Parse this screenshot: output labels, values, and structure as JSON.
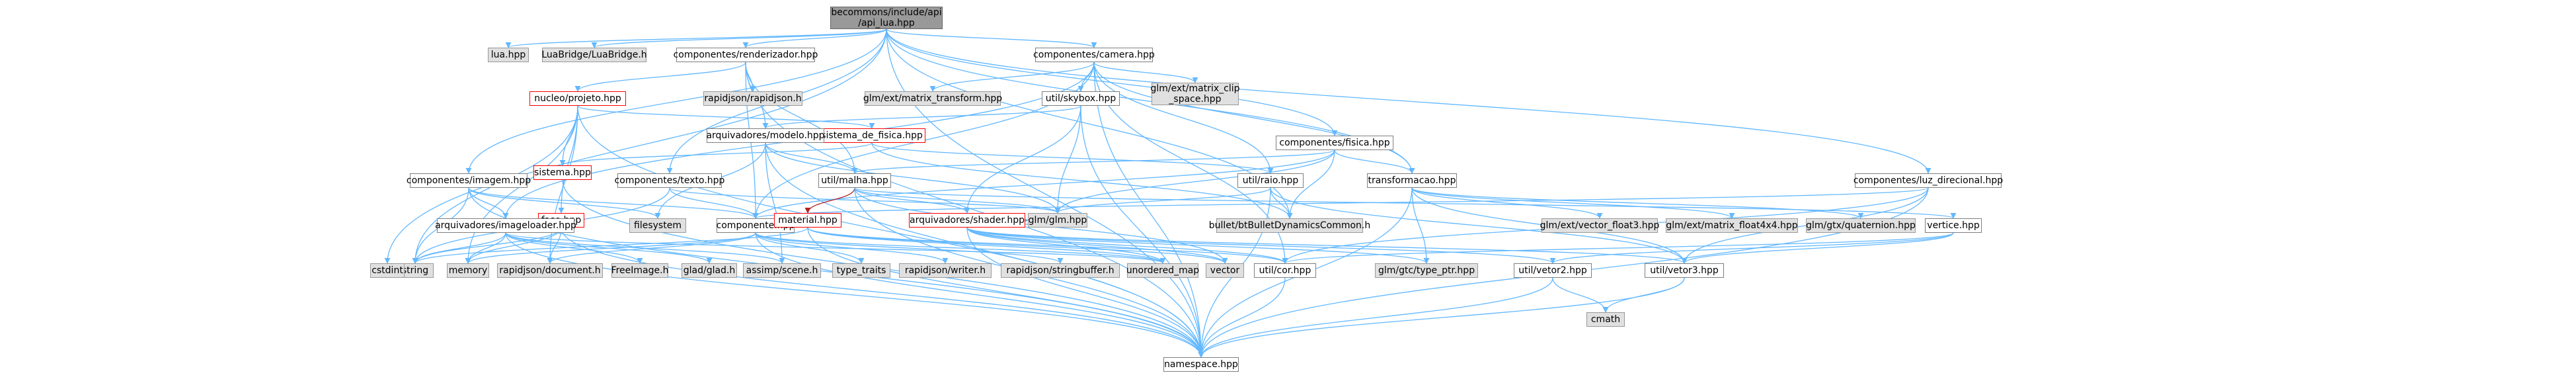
{
  "graph": {
    "nodes": {
      "root": {
        "label": "becommons/include/api\n/api_lua.hpp",
        "style": "root"
      },
      "lua": {
        "label": "lua.hpp",
        "style": "lib"
      },
      "luabridge": {
        "label": "LuaBridge/LuaBridge.h",
        "style": "lib"
      },
      "renderizador": {
        "label": "componentes/renderizador.hpp",
        "style": "normal"
      },
      "camera": {
        "label": "componentes/camera.hpp",
        "style": "normal"
      },
      "projeto": {
        "label": "nucleo/projeto.hpp",
        "style": "red"
      },
      "rapidjson": {
        "label": "rapidjson/rapidjson.h",
        "style": "lib"
      },
      "matrix_transform": {
        "label": "glm/ext/matrix_transform.hpp",
        "style": "lib"
      },
      "matrix_clip": {
        "label": "glm/ext/matrix_clip\n_space.hpp",
        "style": "lib"
      },
      "skybox": {
        "label": "util/skybox.hpp",
        "style": "normal"
      },
      "sistema_fisica": {
        "label": "sistema_de_fisica.hpp",
        "style": "red"
      },
      "modelo": {
        "label": "arquivadores/modelo.hpp",
        "style": "normal"
      },
      "fisica": {
        "label": "componentes/fisica.hpp",
        "style": "normal"
      },
      "sistema": {
        "label": "sistema.hpp",
        "style": "red"
      },
      "imagem": {
        "label": "componentes/imagem.hpp",
        "style": "normal"
      },
      "texto": {
        "label": "componentes/texto.hpp",
        "style": "normal"
      },
      "malha": {
        "label": "util/malha.hpp",
        "style": "normal"
      },
      "raio": {
        "label": "util/raio.hpp",
        "style": "normal"
      },
      "transformacao": {
        "label": "transformacao.hpp",
        "style": "normal"
      },
      "luz": {
        "label": "componentes/luz_direcional.hpp",
        "style": "normal"
      },
      "fase": {
        "label": "fase.hpp",
        "style": "red"
      },
      "filesystem": {
        "label": "filesystem",
        "style": "lib"
      },
      "imageloader": {
        "label": "arquivadores/imageloader.hpp",
        "style": "normal"
      },
      "componente": {
        "label": "componente.hpp",
        "style": "normal"
      },
      "material": {
        "label": "material.hpp",
        "style": "red"
      },
      "shader": {
        "label": "arquivadores/shader.hpp",
        "style": "red"
      },
      "glm": {
        "label": "glm/glm.hpp",
        "style": "lib"
      },
      "bullet": {
        "label": "bullet/btBulletDynamicsCommon.h",
        "style": "lib"
      },
      "vector_float3": {
        "label": "glm/ext/vector_float3.hpp",
        "style": "lib"
      },
      "matrix_float4x4": {
        "label": "glm/ext/matrix_float4x4.hpp",
        "style": "lib"
      },
      "quaternion": {
        "label": "glm/gtx/quaternion.hpp",
        "style": "lib"
      },
      "vertice": {
        "label": "vertice.hpp",
        "style": "normal"
      },
      "string": {
        "label": "string",
        "style": "lib"
      },
      "memory": {
        "label": "memory",
        "style": "lib"
      },
      "document": {
        "label": "rapidjson/document.h",
        "style": "lib"
      },
      "freeimage": {
        "label": "FreeImage.h",
        "style": "lib"
      },
      "glad": {
        "label": "glad/glad.h",
        "style": "lib"
      },
      "assimp": {
        "label": "assimp/scene.h",
        "style": "lib"
      },
      "type_traits": {
        "label": "type_traits",
        "style": "lib"
      },
      "writer": {
        "label": "rapidjson/writer.h",
        "style": "lib"
      },
      "stringbuffer": {
        "label": "rapidjson/stringbuffer.h",
        "style": "lib"
      },
      "unordered_map": {
        "label": "unordered_map",
        "style": "lib"
      },
      "vector": {
        "label": "vector",
        "style": "lib"
      },
      "cor": {
        "label": "util/cor.hpp",
        "style": "normal"
      },
      "type_ptr": {
        "label": "glm/gtc/type_ptr.hpp",
        "style": "lib"
      },
      "vetor2": {
        "label": "util/vetor2.hpp",
        "style": "normal"
      },
      "vetor3": {
        "label": "util/vetor3.hpp",
        "style": "normal"
      },
      "cstdint": {
        "label": "cstdint",
        "style": "lib"
      },
      "cmath": {
        "label": "cmath",
        "style": "lib"
      },
      "namespace": {
        "label": "namespace.hpp",
        "style": "normal"
      }
    },
    "edges": [
      [
        "root",
        "lua"
      ],
      [
        "root",
        "luabridge"
      ],
      [
        "root",
        "renderizador"
      ],
      [
        "root",
        "camera"
      ],
      [
        "root",
        "imagem"
      ],
      [
        "root",
        "texto"
      ],
      [
        "root",
        "fisica"
      ],
      [
        "root",
        "luz"
      ],
      [
        "root",
        "transformacao"
      ],
      [
        "root",
        "bullet"
      ],
      [
        "root",
        "cstdint"
      ],
      [
        "root",
        "namespace"
      ],
      [
        "renderizador",
        "projeto"
      ],
      [
        "renderizador",
        "rapidjson"
      ],
      [
        "renderizador",
        "modelo"
      ],
      [
        "renderizador",
        "malha"
      ],
      [
        "renderizador",
        "componente"
      ],
      [
        "renderizador",
        "namespace"
      ],
      [
        "camera",
        "matrix_transform"
      ],
      [
        "camera",
        "matrix_clip"
      ],
      [
        "camera",
        "skybox"
      ],
      [
        "camera",
        "raio"
      ],
      [
        "camera",
        "transformacao"
      ],
      [
        "camera",
        "componente"
      ],
      [
        "camera",
        "cor"
      ],
      [
        "camera",
        "imageloader"
      ],
      [
        "camera",
        "namespace"
      ],
      [
        "projeto",
        "sistema_fisica"
      ],
      [
        "projeto",
        "sistema"
      ],
      [
        "projeto",
        "fase"
      ],
      [
        "projeto",
        "string"
      ],
      [
        "projeto",
        "memory"
      ],
      [
        "projeto",
        "document"
      ],
      [
        "projeto",
        "namespace"
      ],
      [
        "skybox",
        "modelo"
      ],
      [
        "skybox",
        "shader"
      ],
      [
        "skybox",
        "glm"
      ],
      [
        "skybox",
        "namespace"
      ],
      [
        "sistema_fisica",
        "sistema"
      ],
      [
        "sistema_fisica",
        "raio"
      ],
      [
        "sistema_fisica",
        "bullet"
      ],
      [
        "modelo",
        "malha"
      ],
      [
        "modelo",
        "filesystem"
      ],
      [
        "modelo",
        "assimp"
      ],
      [
        "modelo",
        "namespace"
      ],
      [
        "modelo",
        "glm"
      ],
      [
        "fisica",
        "malha"
      ],
      [
        "fisica",
        "transformacao"
      ],
      [
        "fisica",
        "componente"
      ],
      [
        "fisica",
        "bullet"
      ],
      [
        "fisica",
        "glm"
      ],
      [
        "imagem",
        "imageloader"
      ],
      [
        "imagem",
        "componente"
      ],
      [
        "imagem",
        "filesystem"
      ],
      [
        "imagem",
        "string"
      ],
      [
        "imagem",
        "namespace"
      ],
      [
        "texto",
        "componente"
      ],
      [
        "texto",
        "glm"
      ],
      [
        "texto",
        "string"
      ],
      [
        "malha",
        "material"
      ],
      [
        "malha",
        "shader"
      ],
      [
        "malha",
        "vertice"
      ],
      [
        "malha",
        "vector"
      ],
      [
        "malha",
        "glm"
      ],
      [
        "malha",
        "namespace"
      ],
      [
        "raio",
        "glm"
      ],
      [
        "raio",
        "bullet"
      ],
      [
        "raio",
        "vetor3"
      ],
      [
        "raio",
        "namespace"
      ],
      [
        "transformacao",
        "vector_float3"
      ],
      [
        "transformacao",
        "matrix_float4x4"
      ],
      [
        "transformacao",
        "quaternion"
      ],
      [
        "transformacao",
        "type_ptr"
      ],
      [
        "transformacao",
        "vetor3"
      ],
      [
        "transformacao",
        "namespace"
      ],
      [
        "luz",
        "componente"
      ],
      [
        "luz",
        "vetor3"
      ],
      [
        "luz",
        "cor"
      ],
      [
        "luz",
        "namespace"
      ],
      [
        "sistema",
        "namespace"
      ],
      [
        "fase",
        "memory"
      ],
      [
        "fase",
        "document"
      ],
      [
        "fase",
        "string"
      ],
      [
        "fase",
        "namespace"
      ],
      [
        "imageloader",
        "freeimage"
      ],
      [
        "imageloader",
        "glad"
      ],
      [
        "imageloader",
        "string"
      ],
      [
        "imageloader",
        "assimp"
      ],
      [
        "imageloader",
        "memory"
      ],
      [
        "imageloader",
        "unordered_map"
      ],
      [
        "imageloader",
        "namespace"
      ],
      [
        "componente",
        "type_traits"
      ],
      [
        "componente",
        "writer"
      ],
      [
        "componente",
        "stringbuffer"
      ],
      [
        "componente",
        "document"
      ],
      [
        "componente",
        "memory"
      ],
      [
        "componente",
        "unordered_map"
      ],
      [
        "componente",
        "namespace"
      ],
      [
        "material",
        "unordered_map"
      ],
      [
        "material",
        "vector"
      ],
      [
        "material",
        "cor"
      ],
      [
        "material",
        "string"
      ],
      [
        "material",
        "namespace"
      ],
      [
        "shader",
        "glm"
      ],
      [
        "shader",
        "type_ptr"
      ],
      [
        "shader",
        "unordered_map"
      ],
      [
        "shader",
        "vector"
      ],
      [
        "shader",
        "cor"
      ],
      [
        "shader",
        "vetor2"
      ],
      [
        "shader",
        "vetor3"
      ],
      [
        "shader",
        "namespace"
      ],
      [
        "vertice",
        "vetor2"
      ],
      [
        "vertice",
        "vetor3"
      ],
      [
        "vertice",
        "cor"
      ],
      [
        "cor",
        "namespace"
      ],
      [
        "vetor2",
        "cmath"
      ],
      [
        "vetor2",
        "namespace"
      ],
      [
        "vetor3",
        "cmath"
      ],
      [
        "vetor3",
        "namespace"
      ]
    ]
  }
}
